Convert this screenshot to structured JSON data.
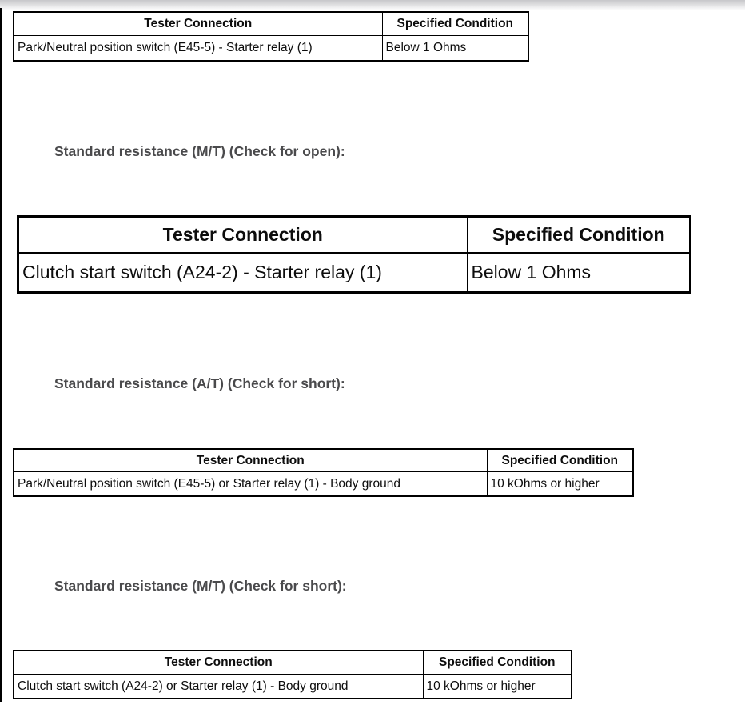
{
  "colors": {
    "table_border": "#000000",
    "body_text": "#0d0d0d",
    "heading_text": "#4a4a4c",
    "top_bar": "#c7c7ca",
    "left_stripe": "#000000"
  },
  "sections": [
    {
      "table": {
        "headers": [
          "Tester Connection",
          "Specified Condition"
        ],
        "rows": [
          [
            "Park/Neutral position switch (E45-5) - Starter relay (1)",
            "Below 1 Ohms"
          ]
        ]
      }
    },
    {
      "heading": "Standard resistance (M/T) (Check for open):",
      "table": {
        "headers": [
          "Tester Connection",
          "Specified Condition"
        ],
        "rows": [
          [
            "Clutch start switch (A24-2) - Starter relay (1)",
            "Below 1 Ohms"
          ]
        ]
      }
    },
    {
      "heading": "Standard resistance (A/T) (Check for short):",
      "table": {
        "headers": [
          "Tester Connection",
          "Specified Condition"
        ],
        "rows": [
          [
            "Park/Neutral position switch (E45-5) or Starter relay (1) - Body ground",
            "10 kOhms or higher"
          ]
        ]
      }
    },
    {
      "heading": "Standard resistance (M/T) (Check for short):",
      "table": {
        "headers": [
          "Tester Connection",
          "Specified Condition"
        ],
        "rows": [
          [
            "Clutch start switch (A24-2) or Starter relay (1) - Body ground",
            "10 kOhms or higher"
          ]
        ]
      }
    }
  ]
}
